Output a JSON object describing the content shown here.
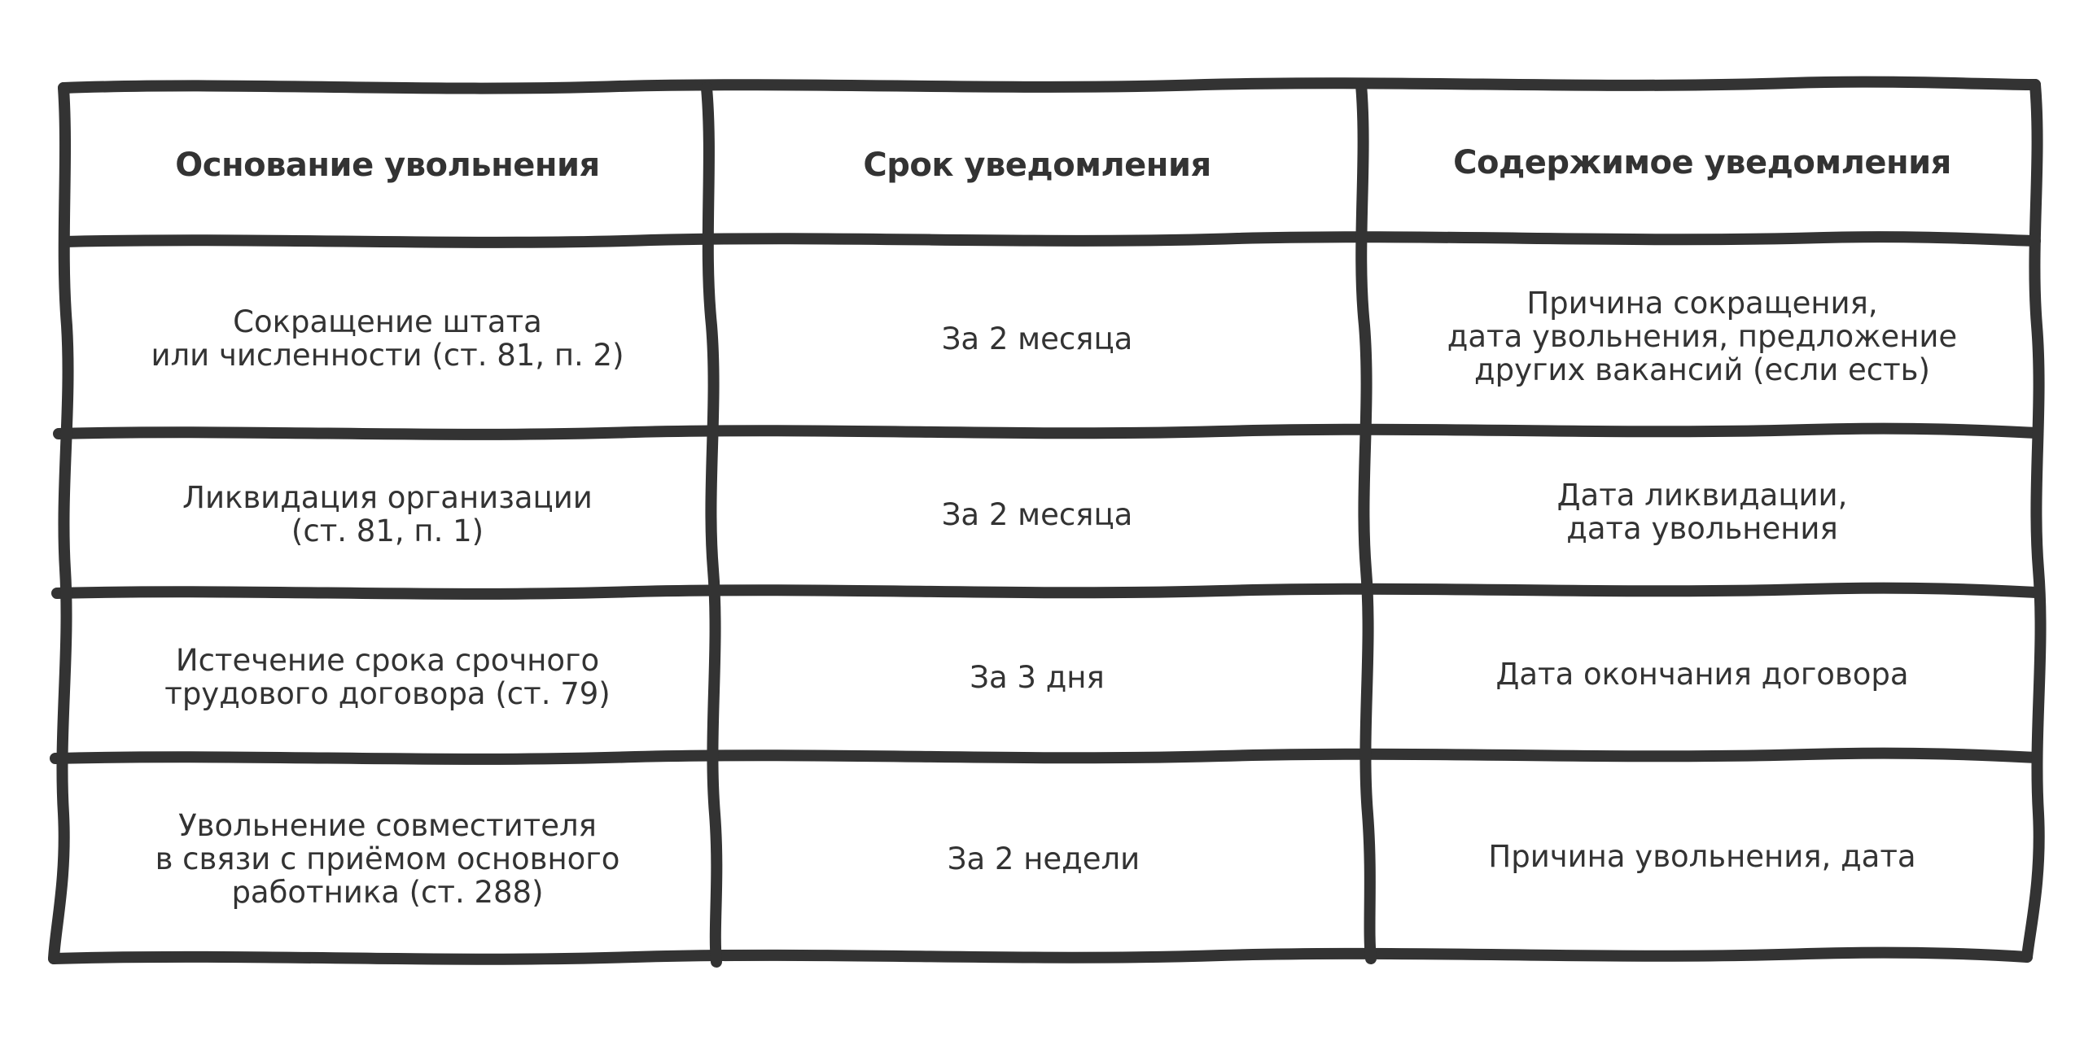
{
  "table": {
    "headers": [
      "Основание увольнения",
      "Срок уведомления",
      "Содержимое уведомления"
    ],
    "rows": [
      [
        "Сокращение штата\nили численности (ст. 81, п. 2)",
        "За 2 месяца",
        "Причина сокращения,\nдата увольнения, предложение\nдругих вакансий (если есть)"
      ],
      [
        "Ликвидация организации\n(ст. 81, п. 1)",
        "За 2 месяца",
        "Дата ликвидации,\nдата увольнения"
      ],
      [
        "Истечение срока срочного\nтрудового договора (ст. 79)",
        "За 3 дня",
        "Дата окончания договора"
      ],
      [
        "Увольнение совместителя\nв связи с приёмом основного\nработника (ст. 288)",
        "За 2 недели",
        "Причина увольнения, дата"
      ]
    ]
  },
  "colors": {
    "ink": "#333333",
    "background": "#ffffff"
  }
}
